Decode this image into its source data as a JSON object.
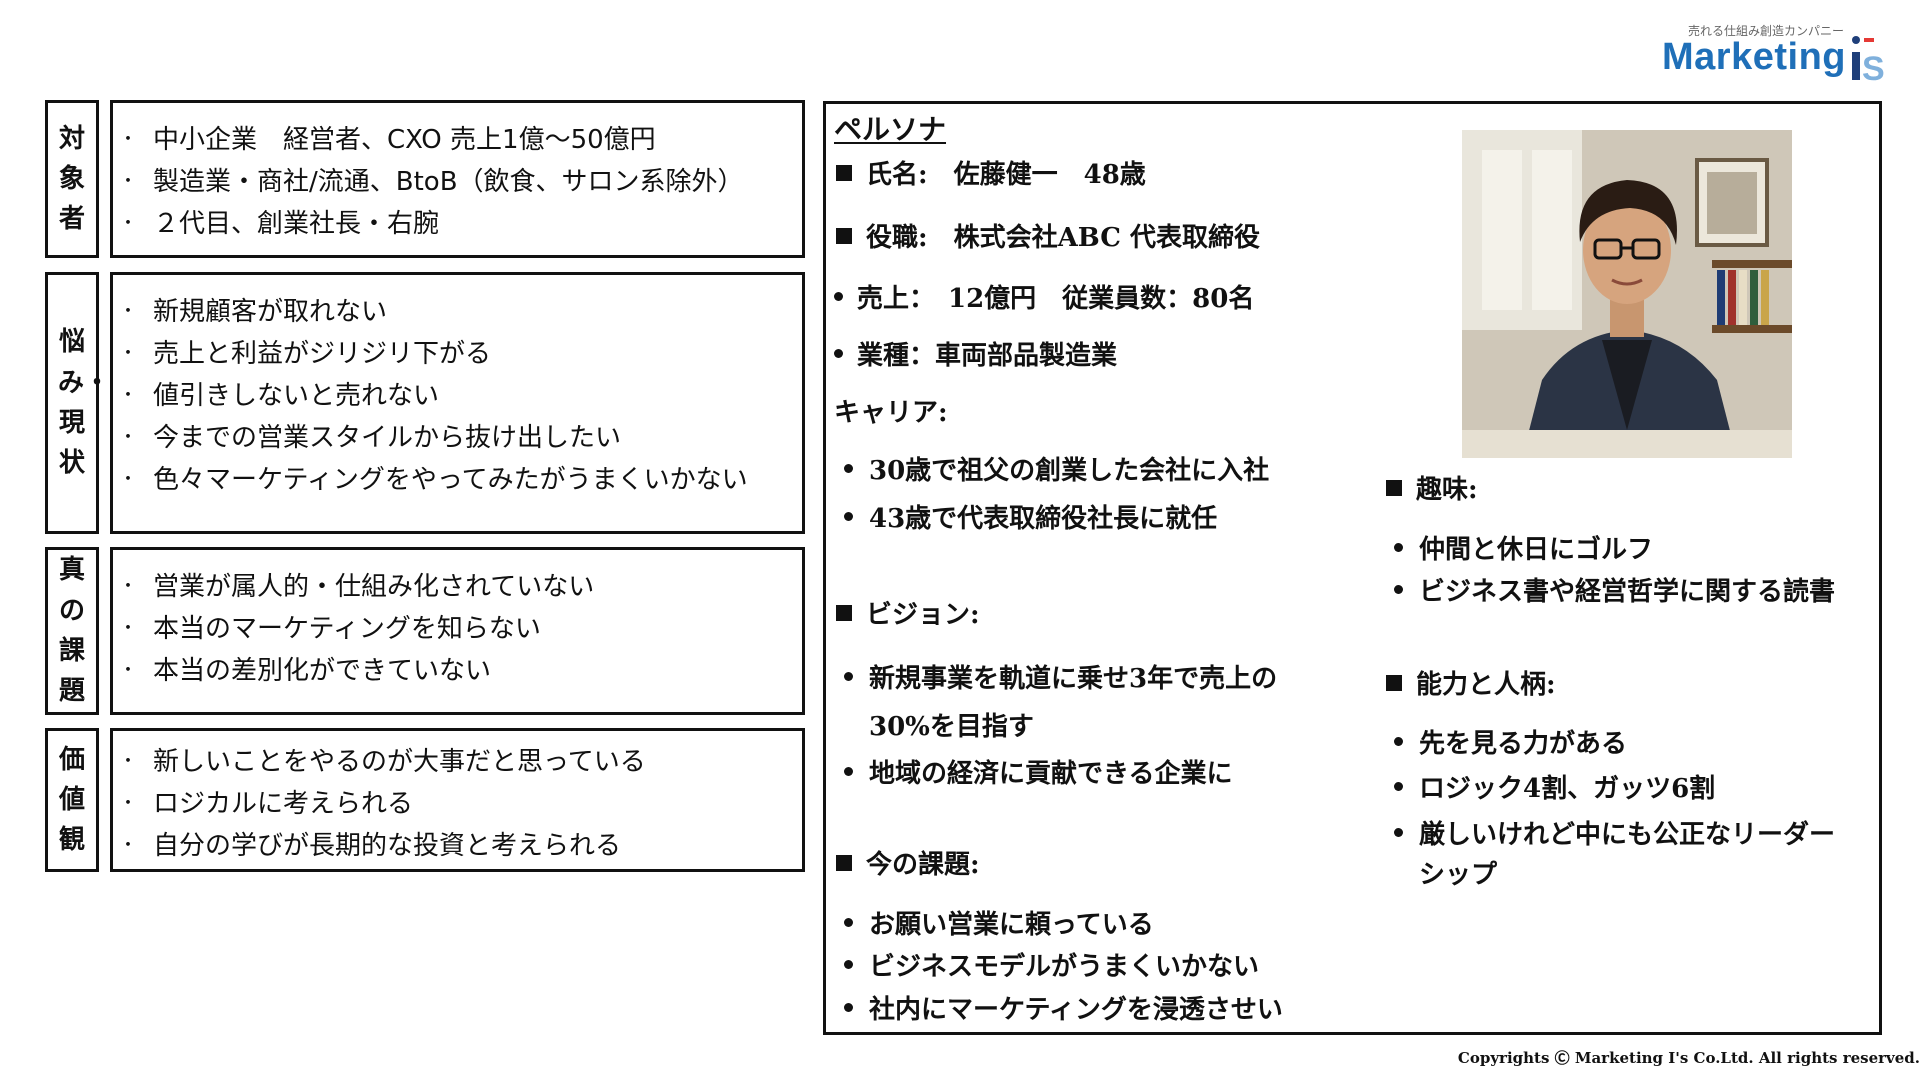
{
  "logo": {
    "tagline": "売れる仕組み創造カンパニー",
    "wordmark": "Marketing",
    "mark_text": "i's",
    "brand_color": "#1f6fb8",
    "accent_color": "#e53935"
  },
  "left_sections": [
    {
      "category": "対象者",
      "items": [
        "中小企業　経営者、CXO 売上1億〜50億円",
        "製造業・商社/流通、BtoB（飲食、サロン系除外）",
        "２代目、創業社長・右腕"
      ]
    },
    {
      "category": "悩み・現状",
      "items": [
        "新規顧客が取れない",
        "売上と利益がジリジリ下がる",
        "値引きしないと売れない",
        "今までの営業スタイルから抜け出したい",
        "色々マーケティングをやってみたがうまくいかない"
      ]
    },
    {
      "category": "真の課題",
      "items": [
        "営業が属人的・仕組み化されていない",
        "本当のマーケティングを知らない",
        "本当の差別化ができていない"
      ]
    },
    {
      "category": "価値観",
      "items": [
        "新しいことをやるのが大事だと思っている",
        "ロジカルに考えられる",
        "自分の学びが長期的な投資と考えられる"
      ]
    }
  ],
  "persona": {
    "title": "ペルソナ",
    "name_line": "氏名:　佐藤健一　48歳",
    "role_line": "役職:　株式会社ABC 代表取締役",
    "sales_line": "売上：　12億円　従業員数：80名",
    "industry_line": "業種：車両部品製造業",
    "career_heading": "キャリア:",
    "career_items": [
      "30歳で祖父の創業した会社に入社",
      "43歳で代表取締役社長に就任"
    ],
    "vision_heading": "ビジョン:",
    "vision_items": [
      "新規事業を軌道に乗せ3年で売上の",
      "30%を目指す",
      "地域の経済に貢献できる企業に"
    ],
    "issues_heading": "今の課題:",
    "issues_items": [
      "お願い営業に頼っている",
      "ビジネスモデルがうまくいかない",
      "社内にマーケティングを浸透させい"
    ],
    "hobby_heading": "趣味:",
    "hobby_items": [
      "仲間と休日にゴルフ",
      "ビジネス書や経営哲学に関する読書"
    ],
    "ability_heading": "能力と人柄:",
    "ability_items": [
      "先を見る力がある",
      "ロジック4割、ガッツ6割",
      "厳しいけれど中にも公正なリーダー",
      "シップ"
    ]
  },
  "copyright": "Copyrights Ⓒ Marketing I's Co.Ltd. All rights reserved."
}
